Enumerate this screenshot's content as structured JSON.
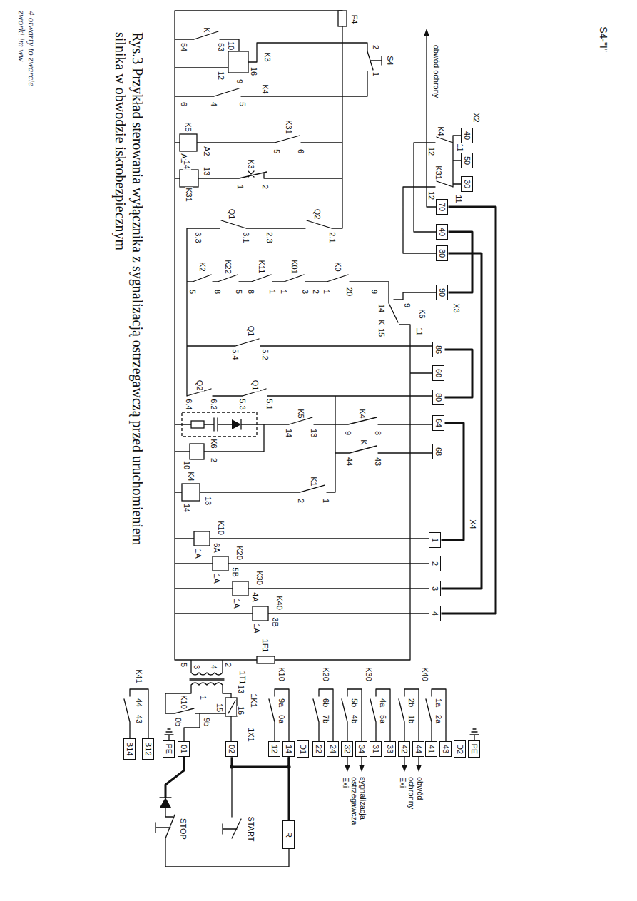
{
  "diagram": {
    "caption": "Rys.3 Przykład sterowania wyłącznika z sygnalizacją ostrzegawczą przed uruchomieniem silnika w obwodzie iskrobezpiecznym",
    "nodes": [
      {
        "text": [
          "40"
        ]
      },
      {
        "text": [
          "50"
        ]
      },
      {
        "text": [
          "30"
        ]
      },
      {
        "text": [
          "70"
        ]
      },
      {
        "text": [
          "40"
        ]
      },
      {
        "text": [
          "30"
        ]
      },
      {
        "text": [
          "90"
        ]
      },
      {
        "text": [
          "86"
        ]
      },
      {
        "text": [
          "60"
        ]
      },
      {
        "text": [
          "80"
        ]
      },
      {
        "text": [
          "64"
        ]
      },
      {
        "text": [
          "68"
        ]
      },
      {
        "text": [
          "1"
        ]
      },
      {
        "text": [
          "2"
        ]
      },
      {
        "text": [
          "3"
        ]
      },
      {
        "text": [
          "4"
        ]
      },
      {
        "text": [
          "B14"
        ]
      },
      {
        "text": [
          "B12"
        ]
      },
      {
        "text": [
          "PE"
        ]
      },
      {
        "text": [
          "01"
        ]
      },
      {
        "text": [
          "02"
        ]
      },
      {
        "text": [
          "12"
        ]
      },
      {
        "text": [
          "14"
        ]
      },
      {
        "text": [
          "D1"
        ]
      },
      {
        "text": [
          "22"
        ]
      },
      {
        "text": [
          "24"
        ]
      },
      {
        "text": [
          "32"
        ]
      },
      {
        "text": [
          "34"
        ]
      },
      {
        "text": [
          "31"
        ]
      },
      {
        "text": [
          "33"
        ]
      },
      {
        "text": [
          "42"
        ]
      },
      {
        "text": [
          "44"
        ]
      },
      {
        "text": [
          "41"
        ]
      },
      {
        "text": [
          "43"
        ]
      },
      {
        "text": [
          "D2"
        ]
      },
      {
        "text": [
          "PE"
        ]
      },
      {
        "text": [
          "R"
        ]
      }
    ],
    "edges": [
      {
        "from": 3,
        "to": 15,
        "arrow": "none"
      },
      {
        "from": 5,
        "to": 14,
        "arrow": "none"
      },
      {
        "from": 4,
        "to": 6,
        "arrow": "none"
      },
      {
        "from": 7,
        "to": 9,
        "arrow": "none"
      },
      {
        "from": 10,
        "to": 12,
        "arrow": "none"
      },
      {
        "from": 20,
        "to": 22,
        "arrow": "none"
      },
      {
        "from": 22,
        "to": 36,
        "arrow": "none"
      }
    ],
    "labels": [
      "K",
      "54",
      "53",
      "10",
      "12",
      "K3",
      "16",
      "9",
      "6",
      "4",
      "5",
      "K4",
      "S4",
      "2",
      "1",
      "F4",
      "K5",
      "A1",
      "A2",
      "K31",
      "5",
      "6",
      "14",
      "13",
      "K31",
      "K3",
      "1",
      "2",
      "Q1",
      "3.3",
      "3.1",
      "Q2",
      "2.3",
      "2.1",
      "K2",
      "5",
      "K22",
      "8",
      "5",
      "K11",
      "8",
      "1",
      "K01",
      "1",
      "3",
      "2",
      "K0",
      "1",
      "20",
      "9",
      "14",
      "9",
      "K6",
      "K",
      "15",
      "11",
      "Q1",
      "5.4",
      "5.2",
      "Q2",
      "6.4",
      "6.2",
      "Q1",
      "5.3",
      "5.1",
      "K5",
      "14",
      "13",
      "K4",
      "9",
      "8",
      "K",
      "44",
      "43",
      "K6",
      "2",
      "10",
      "K4",
      "14",
      "13",
      "K1",
      "2",
      "1",
      "K10",
      "1A",
      "6A",
      "K20",
      "1A",
      "5B",
      "K30",
      "1A",
      "4A",
      "K40",
      "1A",
      "3B",
      "X2",
      "K4",
      "12",
      "11",
      "K31",
      "12",
      "11",
      "X3",
      "X4",
      "1F1",
      "1T1",
      "5",
      "3",
      "4",
      "2",
      "1",
      "K10",
      "0b",
      "9b",
      "1K1",
      "13",
      "15",
      "16",
      "1X1",
      "K41",
      "44",
      "43",
      "K10",
      "9a",
      "0a",
      "K20",
      "6b",
      "7b",
      "K30",
      "5b",
      "4b",
      "4a",
      "5a",
      "K40",
      "2b",
      "1b",
      "1a",
      "2a",
      "sygnalizacja ostrzegawcza Exi",
      "obwód ochronny Exi",
      "STOP",
      "START",
      "obwód ochrony",
      "S4-\"I\"",
      "4 otwarty to zwarcie zworki im ww"
    ]
  }
}
